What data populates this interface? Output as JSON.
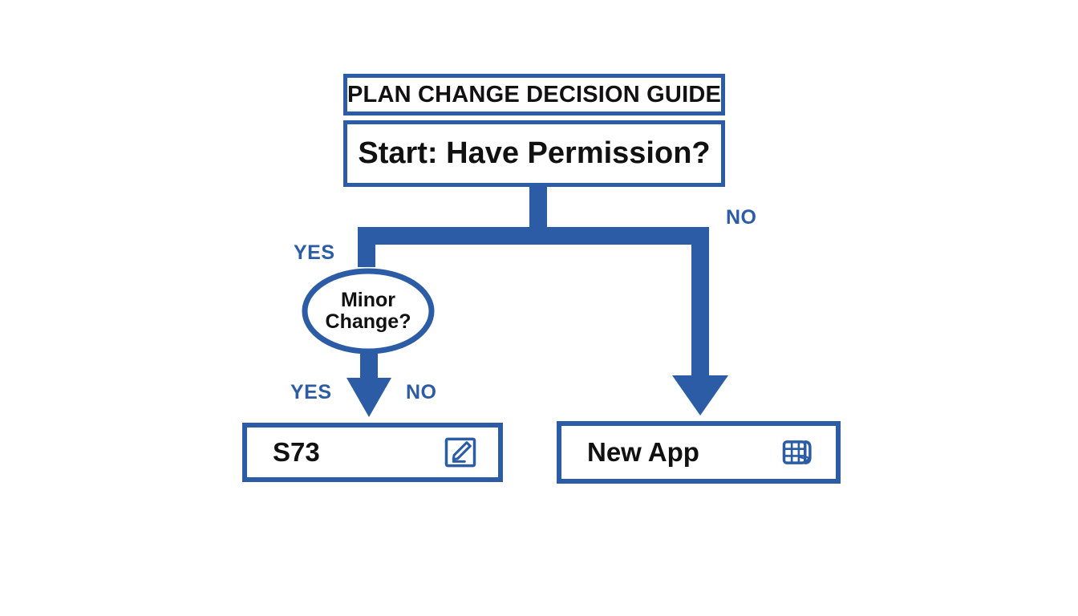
{
  "diagram": {
    "title": "PLAN CHANGE DECISION GUIDE",
    "background_color": "#ffffff",
    "accent_color": "#2b5ca5",
    "text_color": "#111111",
    "nodes": {
      "title_box": {
        "label": "PLAN CHANGE DECISION GUIDE",
        "shape": "rectangle"
      },
      "start_box": {
        "label": "Start: Have Permission?",
        "shape": "rectangle"
      },
      "decision": {
        "line1": "Minor",
        "line2": "Change?",
        "shape": "ellipse"
      },
      "outcome_s73": {
        "label": "S73",
        "icon": "pencil-edit-icon",
        "shape": "rectangle"
      },
      "outcome_new_app": {
        "label": "New App",
        "icon": "blueprint-roll-icon",
        "shape": "rectangle"
      }
    },
    "edges": {
      "start_yes": "YES",
      "start_no": "NO",
      "decision_yes": "YES",
      "decision_no": "NO"
    }
  }
}
